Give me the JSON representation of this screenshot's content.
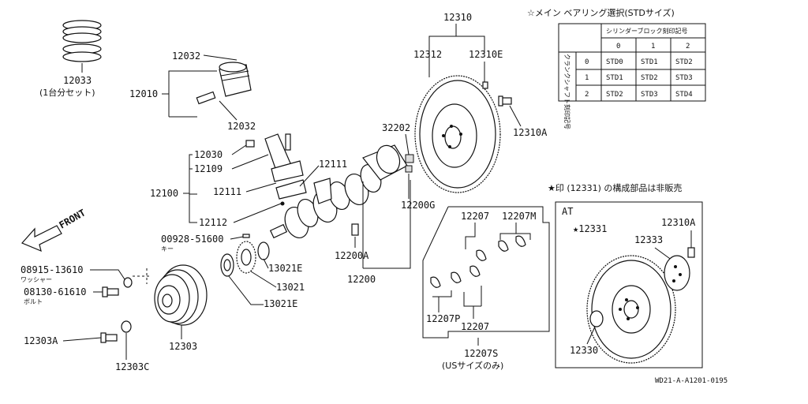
{
  "table": {
    "title": "☆メイン ベアリング選択(STDサイズ)",
    "header_label": "シリンダーブロック刻印記号",
    "row_header": "クランクシャフト刻印記号",
    "col_values": [
      "0",
      "1",
      "2"
    ],
    "rows": [
      {
        "key": "0",
        "cells": [
          "STD0",
          "STD1",
          "STD2"
        ]
      },
      {
        "key": "1",
        "cells": [
          "STD1",
          "STD2",
          "STD3"
        ]
      },
      {
        "key": "2",
        "cells": [
          "STD2",
          "STD3",
          "STD4"
        ]
      }
    ]
  },
  "labels": {
    "p12033": "12033",
    "p12033_sub": "(1台分セット)",
    "p12032a": "12032",
    "p12010": "12010",
    "p12032b": "12032",
    "p12030": "12030",
    "p12109": "12109",
    "p12100": "12100",
    "p12111a": "12111",
    "p12111b": "12111",
    "p12112": "12112",
    "p00928": "00928-51600",
    "p00928_sub": "キー",
    "p08915": "08915-13610",
    "p08915_sub": "ワッシャー",
    "p08130": "08130-61610",
    "p08130_sub": "ボルト",
    "p12303a": "12303A",
    "p12303": "12303",
    "p12303c": "12303C",
    "p13021e_a": "13021E",
    "p13021": "13021",
    "p13021e_b": "13021E",
    "p12200a": "12200A",
    "p12200": "12200",
    "p12200g": "12200G",
    "p32202": "32202",
    "p12310": "12310",
    "p12312": "12312",
    "p12310e": "12310E",
    "p12310a": "12310A",
    "p12207": "12207",
    "p12207m": "12207M",
    "p12207p": "12207P",
    "p12207b": "12207",
    "p12207s": "12207S",
    "p12207s_sub": "(USサイズのみ)",
    "front": "FRONT",
    "note": "★印 (12331) の構成部品は非販売",
    "at": "AT",
    "p12331": "★12331",
    "p12310a_at": "12310A",
    "p12333": "12333",
    "p12330": "12330",
    "code": "WD21-A-A1201-0195"
  }
}
